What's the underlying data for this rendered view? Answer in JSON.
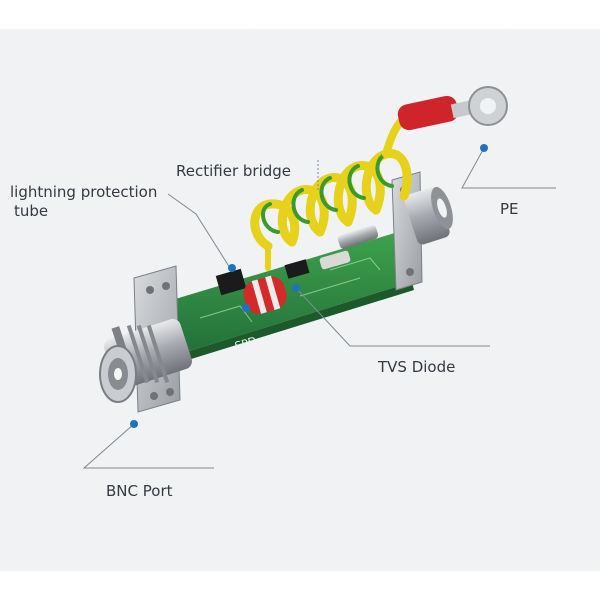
{
  "labels": {
    "rectifier_bridge": "Rectifier bridge",
    "lightning_protection_tube_line1": "lightning protection",
    "lightning_protection_tube_line2": "tube",
    "pe": "PE",
    "tvs_diode": "TVS Diode",
    "bnc_port": "BNC Port"
  },
  "board_text": {
    "spd": "SPD"
  },
  "colors": {
    "callout_line": "#7d8a96",
    "callout_dot": "#1e73be",
    "pcb": "#2f8a3c",
    "wire_yellow": "#e6d21a",
    "wire_green": "#3a9a2a",
    "lug_sleeve": "#d0242b",
    "metal": "#b9bcc0"
  }
}
